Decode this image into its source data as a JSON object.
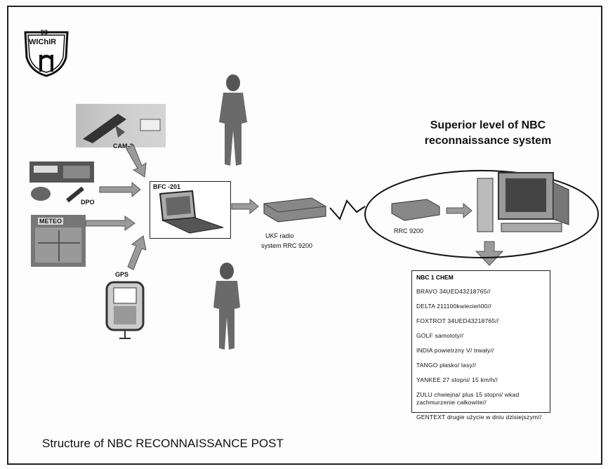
{
  "logo": {
    "top_text": "93",
    "main_text": "WIChIR",
    "icon": "wichir-shield-logo"
  },
  "devices": {
    "cam": "CAM-2",
    "dpo": "DPO",
    "meteo": "METEO",
    "gps": "GPS",
    "bfc": "BFC -201",
    "radio_line1": "UKF radio",
    "radio_line2": "system RRC 9200",
    "rrc": "RRC 9200"
  },
  "superior": {
    "line1": "Superior level of NBC",
    "line2": "reconnaissance system"
  },
  "message": {
    "header": "NBC 1 CHEM",
    "lines": [
      "BRAVO 34UED43218765//",
      "DELTA 211100kwiecień00//",
      "FOXTROT 34UED43218765//",
      "GOLF samoloty//",
      "INDIA powietrzny V/ trwały//",
      "TANGO płasko/ lasy//",
      "YANKEE 27 stopni/ 15 km/h//",
      "ZULU chwiejna/ plus 15 stopni/ wkad zachmurzenie całkowite//",
      "GENTEXT drugie użycie w dniu dzisiejszym//"
    ]
  },
  "footer": "Structure of NBC RECONNAISSANCE POST",
  "colors": {
    "ink": "#111111",
    "arrow": "#9a9a9a",
    "photo": "#7a7a7a"
  }
}
